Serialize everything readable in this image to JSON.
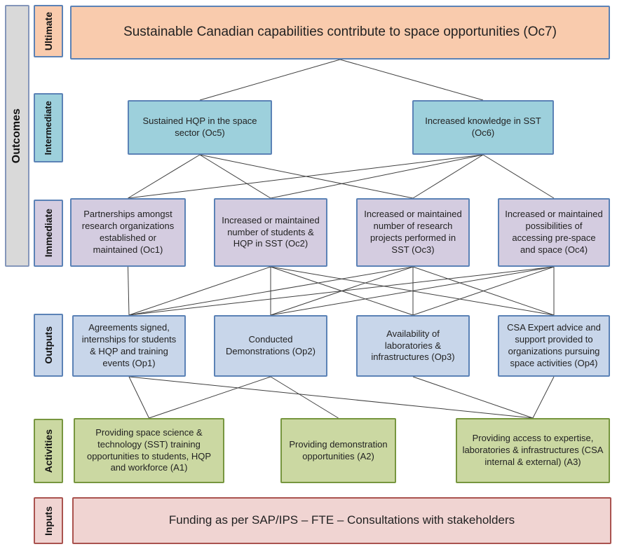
{
  "sidebar": {
    "outcomes": "Outcomes",
    "levels": {
      "ultimate": "Ultimate",
      "intermediate": "Intermediate",
      "immediate": "Immediate",
      "outputs": "Outputs",
      "activities": "Activities",
      "inputs": "Inputs"
    }
  },
  "boxes": {
    "oc7": "Sustainable Canadian capabilities contribute to space opportunities (Oc7)",
    "oc5": "Sustained HQP in the space sector (Oc5)",
    "oc6": "Increased knowledge in SST (Oc6)",
    "oc1": "Partnerships amongst research organizations established or maintained (Oc1)",
    "oc2": "Increased or maintained number of students & HQP in SST (Oc2)",
    "oc3": "Increased or maintained number of research projects performed in SST (Oc3)",
    "oc4": "Increased or maintained possibilities of accessing pre-space and space (Oc4)",
    "op1": "Agreements signed, internships for students & HQP and training events (Op1)",
    "op2": "Conducted Demonstrations (Op2)",
    "op3": "Availability of laboratories & infrastructures (Op3)",
    "op4": "CSA Expert advice and support provided to organizations pursuing space activities (Op4)",
    "a1": "Providing space science & technology (SST) training opportunities to students, HQP and workforce (A1)",
    "a2": "Providing demonstration opportunities (A2)",
    "a3": "Providing access to expertise, laboratories & infrastructures (CSA internal & external) (A3)",
    "inputs": "Funding as per SAP/IPS – FTE – Consultations with stakeholders"
  },
  "edges": [
    {
      "from": "oc7",
      "to": "oc5"
    },
    {
      "from": "oc7",
      "to": "oc6"
    },
    {
      "from": "oc5",
      "to": "oc1"
    },
    {
      "from": "oc5",
      "to": "oc2"
    },
    {
      "from": "oc5",
      "to": "oc3"
    },
    {
      "from": "oc6",
      "to": "oc1"
    },
    {
      "from": "oc6",
      "to": "oc2"
    },
    {
      "from": "oc6",
      "to": "oc3"
    },
    {
      "from": "oc6",
      "to": "oc4"
    },
    {
      "from": "oc1",
      "to": "op1"
    },
    {
      "from": "oc2",
      "to": "op1"
    },
    {
      "from": "oc2",
      "to": "op2"
    },
    {
      "from": "oc2",
      "to": "op3"
    },
    {
      "from": "oc2",
      "to": "op4"
    },
    {
      "from": "oc3",
      "to": "op1"
    },
    {
      "from": "oc3",
      "to": "op2"
    },
    {
      "from": "oc3",
      "to": "op3"
    },
    {
      "from": "oc3",
      "to": "op4"
    },
    {
      "from": "oc4",
      "to": "op1"
    },
    {
      "from": "oc4",
      "to": "op2"
    },
    {
      "from": "oc4",
      "to": "op3"
    },
    {
      "from": "oc4",
      "to": "op4"
    },
    {
      "from": "op1",
      "to": "a1"
    },
    {
      "from": "op1",
      "to": "a3"
    },
    {
      "from": "op2",
      "to": "a1"
    },
    {
      "from": "op2",
      "to": "a2"
    },
    {
      "from": "op3",
      "to": "a3"
    },
    {
      "from": "op4",
      "to": "a3"
    }
  ],
  "colors": {
    "ultimate_fill": "#f9cbad",
    "intermediate_fill": "#9dd0dc",
    "immediate_fill": "#d4cce0",
    "outputs_fill": "#c8d6ea",
    "activities_fill": "#cbd8a2",
    "inputs_fill": "#f0d4d2",
    "outcomes_bar_fill": "#d9d9d9",
    "blue_border": "#5b82b6",
    "green_border": "#77963f",
    "red_border": "#aa534f",
    "connector": "#3f3f3f"
  }
}
